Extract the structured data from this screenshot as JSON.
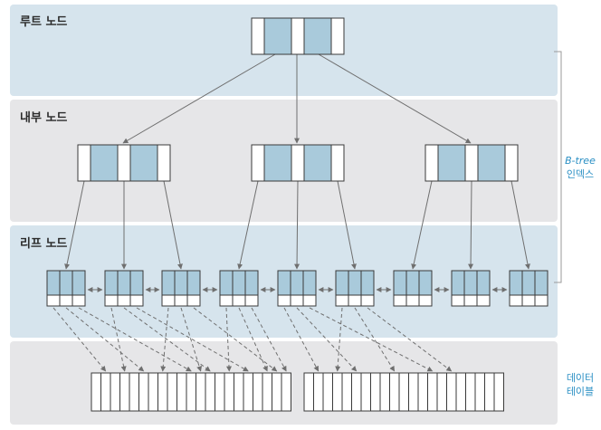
{
  "bands": {
    "root_label": "루트 노드",
    "internal_label": "내부 노드",
    "leaf_label": "리프 노드"
  },
  "side_labels": {
    "index_line1": "B-tree",
    "index_line2": "인덱스",
    "table_line1": "데이터",
    "table_line2": "테이블"
  },
  "colors": {
    "band_blue": "#d6e4ed",
    "band_gray": "#e6e6e8",
    "key_fill": "#a9cadb",
    "node_border": "#3a3a3a",
    "arrow": "#6f6f6f",
    "accent_text": "#2a8fc4"
  },
  "structure": {
    "internal_node_count": 3,
    "leaf_node_count": 9,
    "table_count": 2,
    "rows_per_table": 21
  }
}
